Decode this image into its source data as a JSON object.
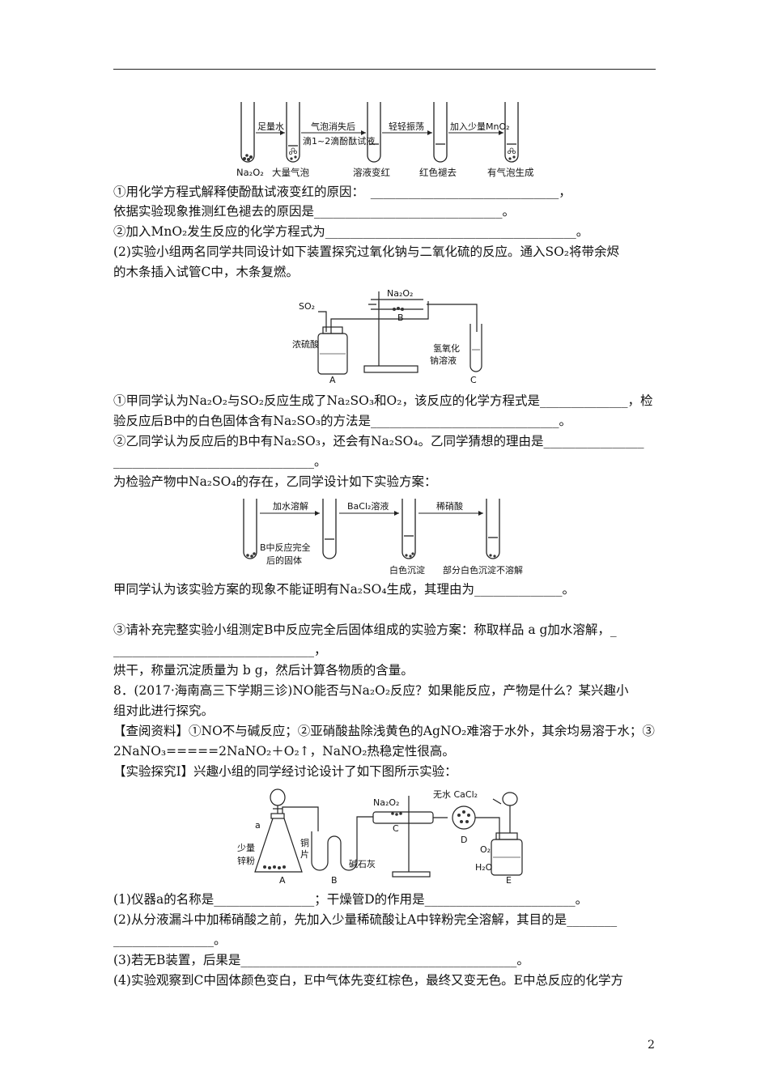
{
  "fig1": {
    "labels": [
      "Na₂O₂",
      "大量气泡",
      "溶液变红",
      "红色褪去",
      "有气泡生成"
    ],
    "arrows": [
      "足量水",
      "气泡消失后",
      "滴1~2滴酚酞试液",
      "轻轻振荡",
      "加入少量MnO₂"
    ]
  },
  "lines1": [
    "①用化学方程式解释使酚酞试液变红的原因：　______________________________，",
    "依据实验现象推测红色褪去的原因是______________________________。",
    "②加入MnO₂发生反应的化学方程式为________________________________________。",
    "(2)实验小组两名同学共同设计如下装置探究过氧化钠与二氧化硫的反应。通入SO₂将带余烬",
    "的木条插入试管C中，木条复燃。"
  ],
  "fig2": {
    "so2": "SO₂",
    "na2o2": "Na₂O₂",
    "acid": "浓硫酸",
    "naoh1": "氢氧化",
    "naoh2": "钠溶液",
    "A": "A",
    "B": "B",
    "C": "C"
  },
  "lines2": [
    "①甲同学认为Na₂O₂与SO₂反应生成了Na₂SO₃和O₂，该反应的化学方程式是______________，检",
    "验反应后B中的白色固体含有Na₂SO₃的方法是______________________________。",
    "②乙同学认为反应后的B中有Na₂SO₃，还会有Na₂SO₄。乙同学猜想的理由是________________",
    "________________________________。",
    "为检验产物中Na₂SO₄的存在，乙同学设计如下实验方案："
  ],
  "fig3": {
    "arrows": [
      "加水溶解",
      "BaCl₂溶液",
      "稀硝酸"
    ],
    "labels": [
      "B中反应完全",
      "后的固体",
      "白色沉淀",
      "部分白色沉淀不溶解"
    ]
  },
  "lines3": [
    "甲同学认为该实验方案的现象不能证明有Na₂SO₄生成，其理由为______________。",
    "③请补充完整实验小组测定B中反应完全后固体组成的实验方案：称取样品 a g加水溶解，_",
    "________________________________，",
    "烘干，称量沉淀质量为 b g，然后计算各物质的含量。",
    "8．(2017·海南高三下学期三诊)NO能否与Na₂O₂反应？如果能反应，产物是什么？某兴趣小",
    "组对此进行探究。",
    "【查阅资料】①NO不与碱反应；②亚硝酸盐除浅黄色的AgNO₂难溶于水外，其余均易溶于水；③",
    "2NaNO₃=====2NaNO₂＋O₂↑，NaNO₂热稳定性很高。",
    "【实验探究Ⅰ】兴趣小组的同学经讨论设计了如下图所示实验："
  ],
  "fig4": {
    "a": "a",
    "zn1": "少量",
    "zn2": "锌粉",
    "cu1": "铜",
    "cu2": "片",
    "lime": "碱石灰",
    "na2o2": "Na₂O₂",
    "cacl2": "无水 CaCl₂",
    "o2": "O₂",
    "h2o": "H₂O",
    "A": "A",
    "B": "B",
    "C": "C",
    "D": "D",
    "E": "E"
  },
  "lines4": [
    "(1)仪器a的名称是________________；干燥管D的作用是________________________。",
    "(2)从分液漏斗中加稀硝酸之前，先加入少量稀硫酸让A中锌粉完全溶解，其目的是________",
    "________________。",
    "(3)若无B装置，后果是____________________________________________。",
    "(4)实验观察到C中固体颜色变白，E中气体先变红棕色，最终又变无色。E中总反应的化学方"
  ],
  "page_number": "2"
}
